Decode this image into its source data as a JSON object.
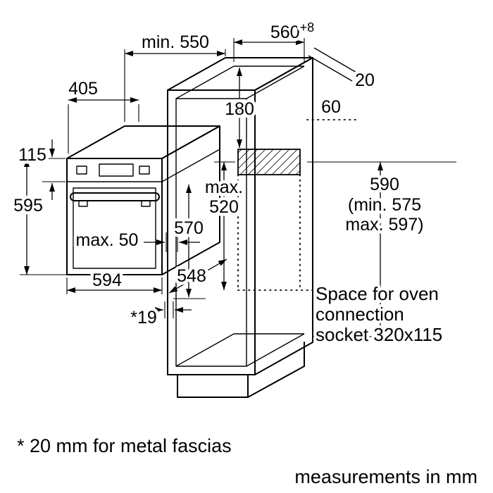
{
  "footer": {
    "fascia_note": "* 20 mm for metal fascias",
    "units_note": "measurements in mm"
  },
  "labels": {
    "niche_depth": "min. 550",
    "niche_width": "560",
    "niche_width_sup": "+8",
    "wall_gap": "20",
    "oven_top_depth": "405",
    "socket_top_offset": "180",
    "socket_rear_offset": "60",
    "control_panel_height": "115",
    "oven_height": "595",
    "max_depth_line1": "max.",
    "max_depth_line2": "520",
    "inner_clearance": "570",
    "niche_height": "590",
    "niche_height_min": "(min. 575",
    "niche_height_max": "max. 597)",
    "front_overlap": "max. 50",
    "oven_width": "594",
    "oven_depth": "548",
    "fascia_gap": "*19",
    "socket_note_1": "Space for oven",
    "socket_note_2": "connection",
    "socket_note_3": "socket 320x115"
  }
}
